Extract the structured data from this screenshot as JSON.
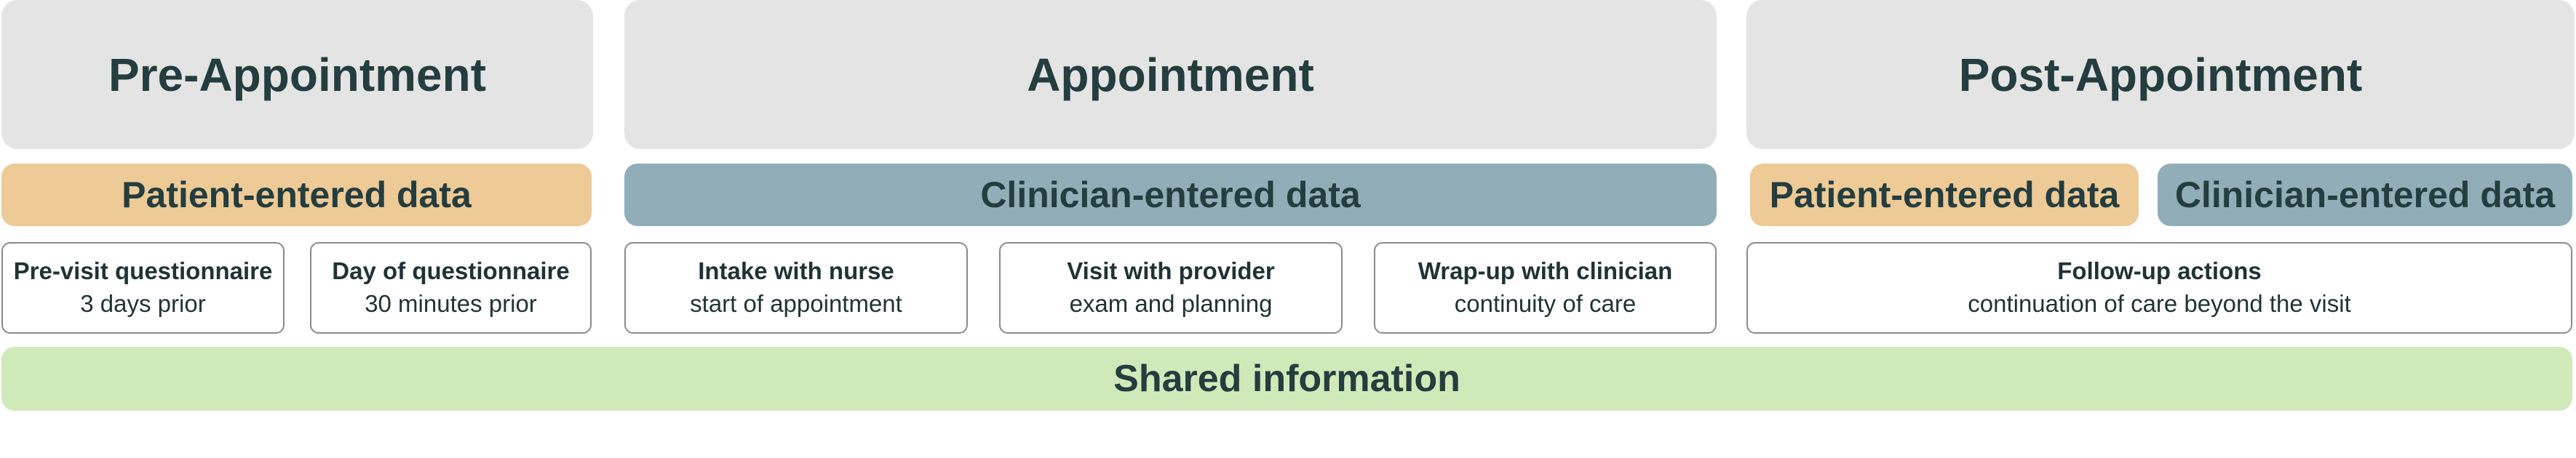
{
  "phases": {
    "pre": "Pre-Appointment",
    "appointment": "Appointment",
    "post": "Post-Appointment"
  },
  "bands": {
    "pre_patient": "Patient-entered data",
    "appt_clinician": "Clinician-entered data",
    "post_patient": "Patient-entered data",
    "post_clinician": "Clinician-entered data"
  },
  "steps": [
    {
      "title": "Pre-visit questionnaire",
      "subtitle": "3 days prior"
    },
    {
      "title": "Day of questionnaire",
      "subtitle": "30 minutes prior"
    },
    {
      "title": "Intake with nurse",
      "subtitle": "start of appointment"
    },
    {
      "title": "Visit with provider",
      "subtitle": "exam and planning"
    },
    {
      "title": "Wrap-up with clinician",
      "subtitle": "continuity of care"
    },
    {
      "title": "Follow-up actions",
      "subtitle": "continuation of care beyond the visit"
    }
  ],
  "shared": "Shared information",
  "colors": {
    "phase_bg": "#e4e4e4",
    "patient": "#edca96",
    "clinician": "#91adb8",
    "shared": "#d0e9b8",
    "text": "#243d3f"
  }
}
